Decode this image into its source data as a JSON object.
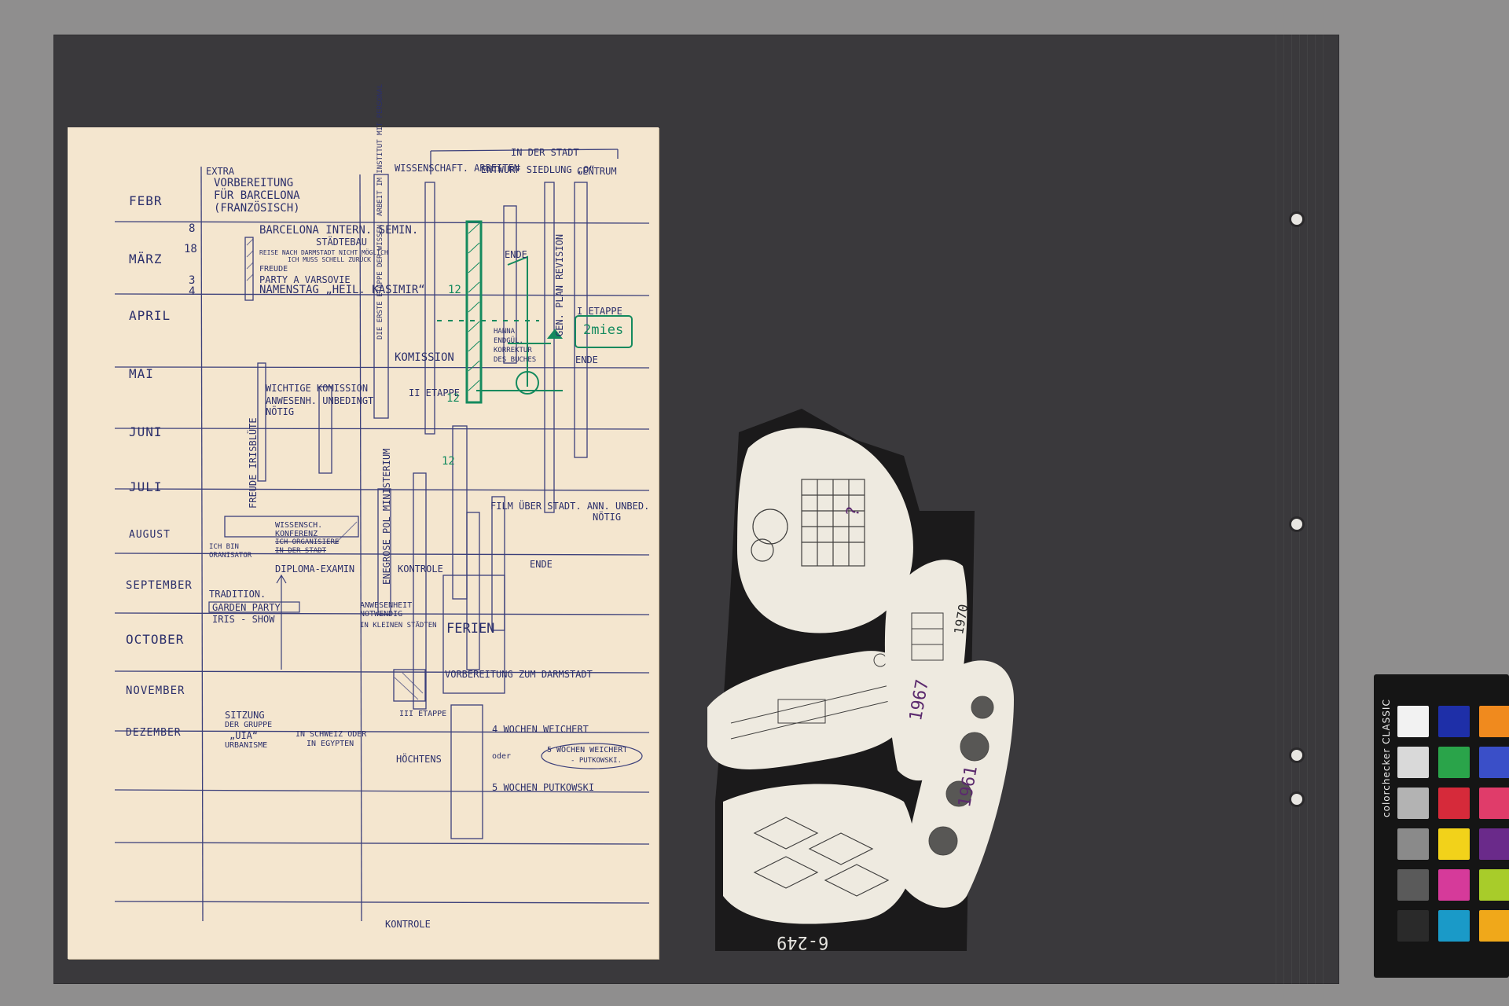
{
  "sheet": {
    "headers": {
      "extra": "EXTRA",
      "wissenschaft": "WISSENSCHAFT. ARBEITEN",
      "in_der_stadt": "IN DER STADT",
      "entwurf": "ENTWURF SIEDLUNG „O“",
      "centrum": "CENTRUM"
    },
    "months": [
      "FEBR",
      "MÄRZ",
      "APRIL",
      "MAI",
      "JUNI",
      "JULI",
      "AUGUST",
      "SEPTEMBER",
      "OCTOBER",
      "NOVEMBER",
      "DEZEMBER"
    ],
    "notes": {
      "vorbereitung": "VORBEREITUNG",
      "fur_barcelona": "FÜR BARCELONA",
      "franzosisch": "(FRANZÖSISCH)",
      "day_8": "8",
      "day_18": "18",
      "barcelona": "BARCELONA INTERN. SEMIN.",
      "stadtebau": "STÄDTEBAU",
      "reise": "REISE NACH DARMSTADT NICHT MÖGLICH",
      "reise2": "ICH MUSS SCHELL ZURÜCK",
      "freude": "FREUDE",
      "party": "PARTY A VARSOVIE",
      "namenstag": "NAMENSTAG „HEIL. KASIMIR“",
      "day_3": "3",
      "day_4": "4",
      "erste_etappe": "DIE ERSTE ETAPPE DER WISSEN. ARBEIT IM INSTITUT MIT PERSONAL",
      "ende1": "ENDE",
      "gen_plan": "GEN. PLAN REVISION",
      "etappe1": "I ETAPPE",
      "komission": "KOMISSION",
      "hanna": "HANNA",
      "endgul": "ENDGÜL.",
      "korrektur": "KORREKTUR",
      "des_buches": "DES BUCHES",
      "ende2": "ENDE",
      "wichtige": "WICHTIGE KOMISSION",
      "anwesenh": "ANWESENH. UNBEDINGT",
      "notig": "NÖTIG",
      "etappe2": "II ETAPPE",
      "twelve_a": "12",
      "twelve_b": "12",
      "twelve_c": "12",
      "zwei_mies": "2mies",
      "freude_iris": "FREUDE IRISBLÜTE",
      "ministerium": "ENEGROSE POL MINISTERIUM",
      "film": "FILM ÜBER STADT. ANN. UNBED.",
      "film_notig": "NÖTIG",
      "wissensch": "WISSENSCH.",
      "konferenz": "KONFERENZ",
      "ich_organisiere": "ICH ORGANISIERE",
      "in_der_stadt_note": "IN DER STADT",
      "ich_bin": "ICH BIN",
      "organisator": "ORANISATOR",
      "diploma": "DIPLOMA-EXAMIN",
      "kontrole": "KONTROLE",
      "ende3": "ENDE",
      "tradition": "TRADITION.",
      "garden": "GARDEN PARTY",
      "iris": "IRIS - SHOW",
      "anwesenheit": "ANWESENHEIT",
      "notwendig": "NOTWENDIG",
      "in_kleinen": "IN KLEINEN STÄDTEN",
      "ferien": "FERIEN",
      "vorbereitung_darm": "VORBEREITUNG ZUM DARMSTADT",
      "sitzung": "SITZUNG",
      "der_gruppe": "DER GRUPPE",
      "uia": "„UIA“",
      "urbanisme": "URBANISME",
      "schweiz": "IN SCHWEIZ ODER",
      "egypten": "IN EGYPTEN",
      "etappe3": "III ETAPPE",
      "hochtens": "HÖCHTENS",
      "four_wochen": "4 WOCHEN WEICHERT",
      "oder": "oder",
      "five_wochen_w": "5 WOCHEN WEICHERT",
      "putkowski_sub": "- PUTKOWSKI.",
      "five_wochen_p": "5 WOCHEN PUTKOWSKI",
      "kontrole_bottom": "KONTROLE"
    }
  },
  "collage": {
    "numbers": [
      "?",
      "1967",
      "1961",
      "1970"
    ],
    "catalog_number": "6-249"
  },
  "color_checker": {
    "brand": "colorchecker CLASSIC",
    "scale": "mm",
    "patches": [
      "#f2f2f2",
      "#1e2fa8",
      "#f08a1e",
      "#d9d9d9",
      "#2aa44a",
      "#3a4fc8",
      "#b3b3b3",
      "#d62a3a",
      "#e03c6a",
      "#8a8a8a",
      "#f2d21a",
      "#6a2a8a",
      "#5a5a5a",
      "#d63a9a",
      "#a8cc2a",
      "#2a2a2a",
      "#1a9ac8",
      "#f0a81a"
    ]
  }
}
